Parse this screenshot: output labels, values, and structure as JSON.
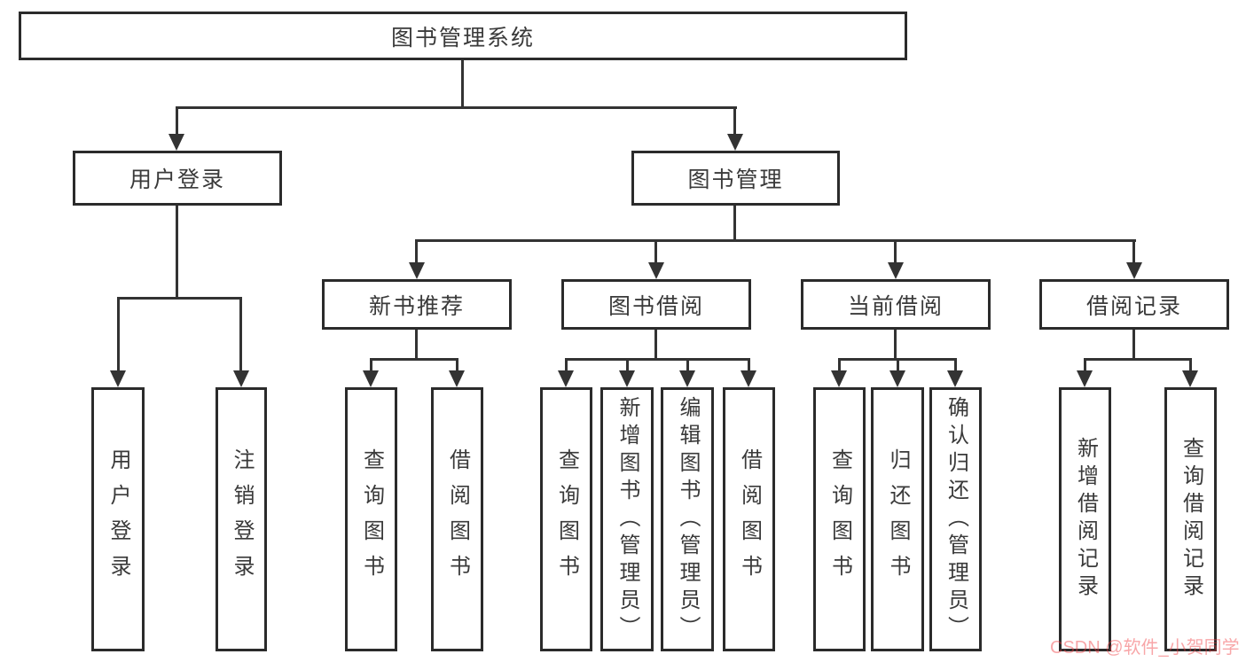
{
  "diagram": {
    "title": "图书管理系统",
    "branches": [
      {
        "label": "用户登录",
        "children": [
          {
            "label": "用户登录"
          },
          {
            "label": "注销登录"
          }
        ]
      },
      {
        "label": "图书管理",
        "children": [
          {
            "label": "新书推荐",
            "children": [
              {
                "label": "查询图书"
              },
              {
                "label": "借阅图书"
              }
            ]
          },
          {
            "label": "图书借阅",
            "children": [
              {
                "label": "查询图书"
              },
              {
                "label": "新增图书（管理员）"
              },
              {
                "label": "编辑图书（管理员）"
              },
              {
                "label": "借阅图书"
              }
            ]
          },
          {
            "label": "当前借阅",
            "children": [
              {
                "label": "查询图书"
              },
              {
                "label": "归还图书"
              },
              {
                "label": "确认归还（管理员）"
              }
            ]
          },
          {
            "label": "借阅记录",
            "children": [
              {
                "label": "新增借阅记录"
              },
              {
                "label": "查询借阅记录"
              }
            ]
          }
        ]
      }
    ]
  },
  "watermark": {
    "text": "CSDN @软件_小贺同学",
    "color": "#f3acae"
  },
  "colors": {
    "line": "#333333",
    "box_border": "#2b2b2b",
    "box_fill": "#ffffff",
    "text": "#3a3a3a",
    "background": "#ffffff"
  }
}
